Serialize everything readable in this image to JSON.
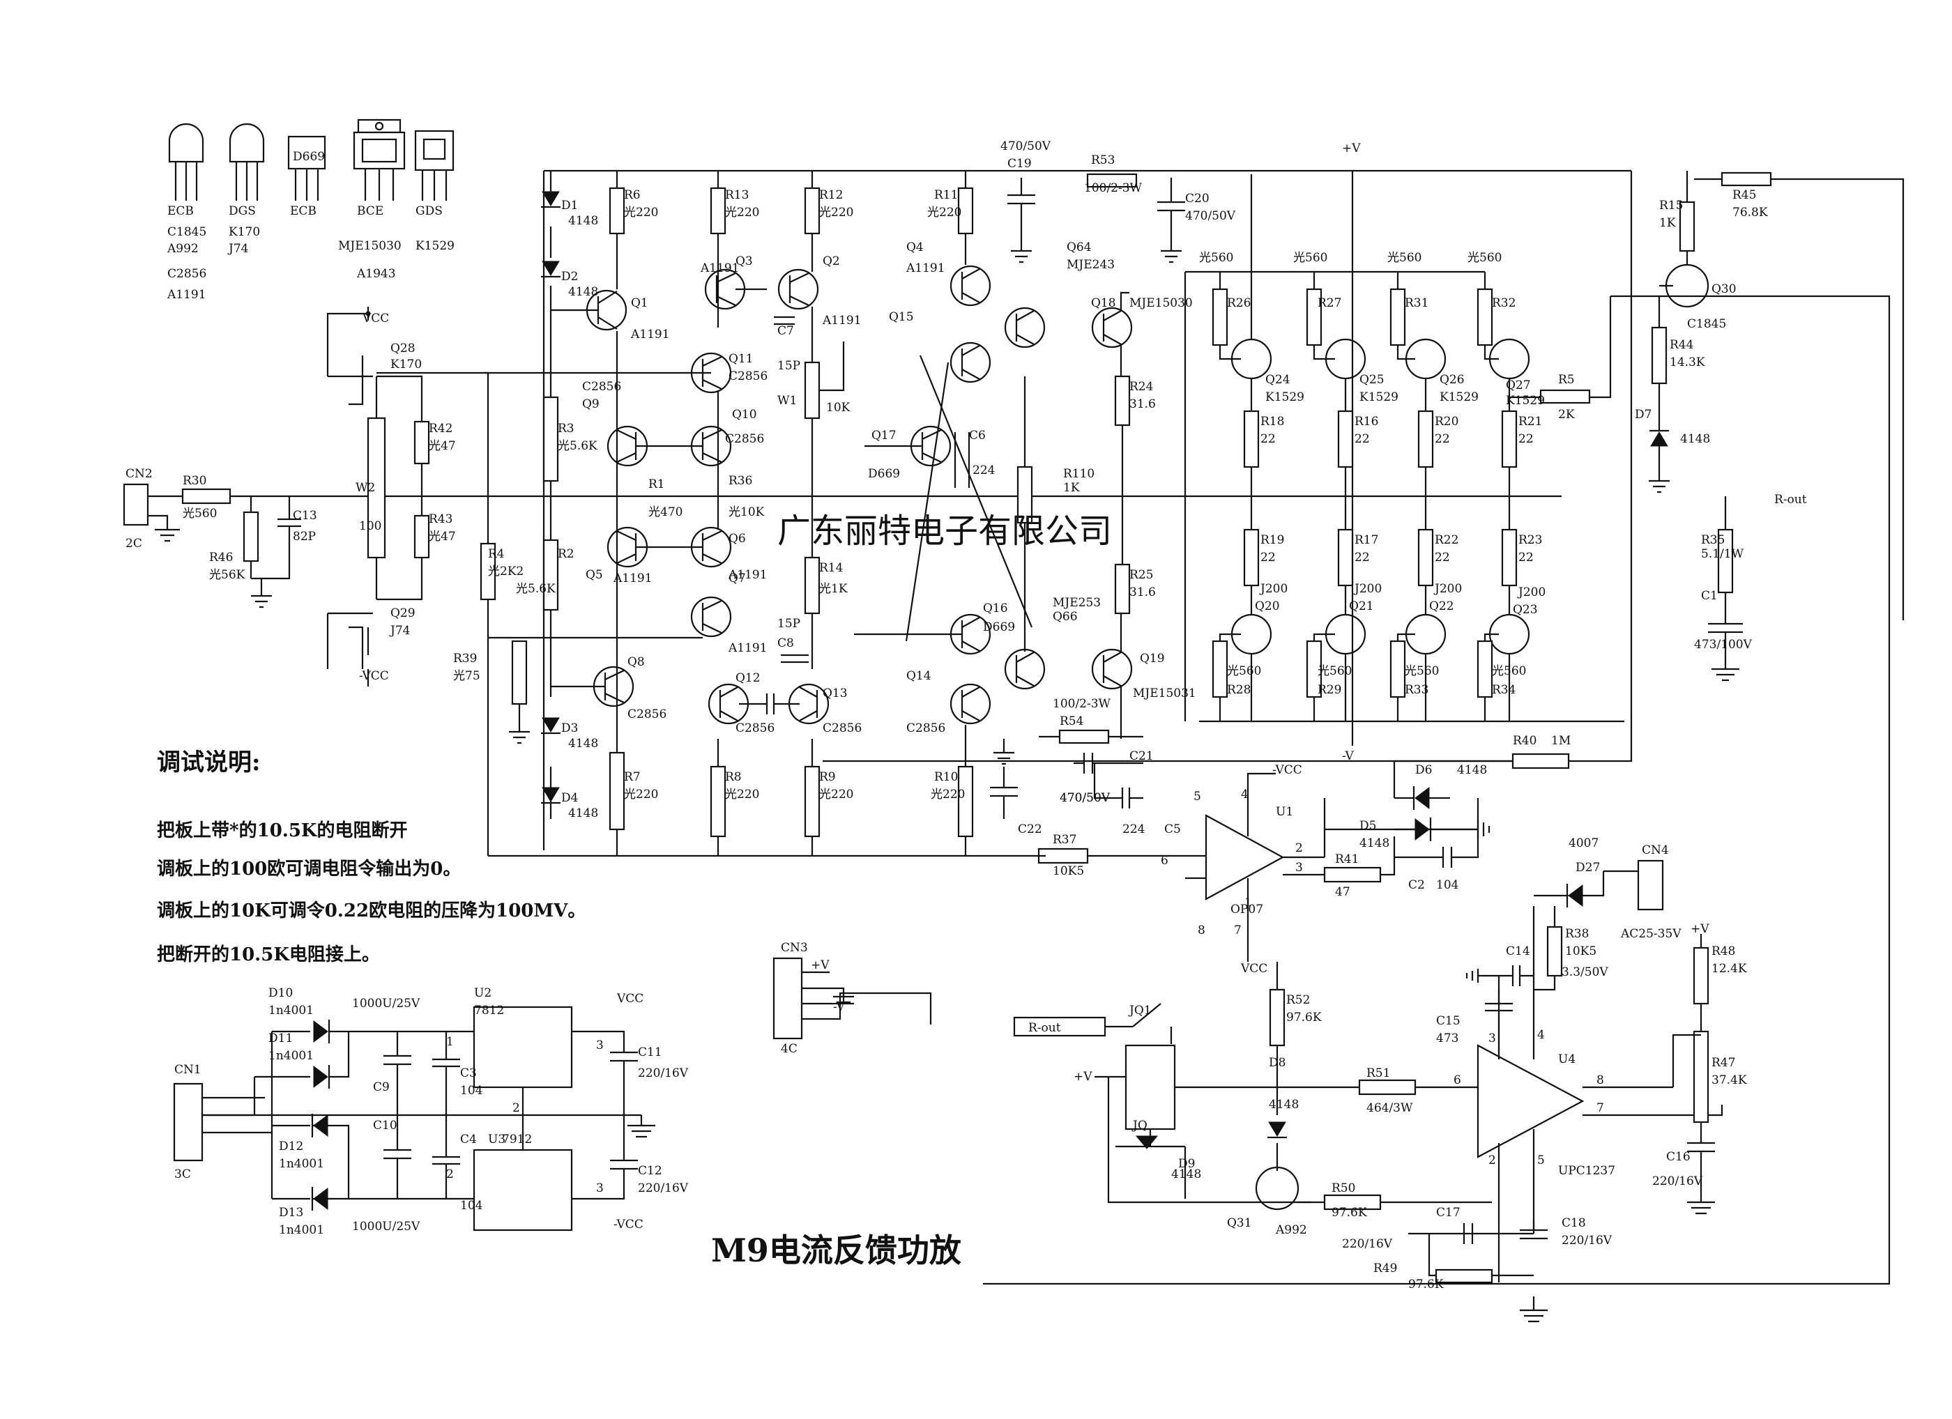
{
  "diagram": {
    "title": "M9电流反馈功放",
    "company": "广东丽特电子有限公司",
    "instructions": {
      "heading": "调试说明:",
      "lines": [
        "把板上带*的10.5K的电阻断开",
        "调板上的100欧可调电阻令输出为0。",
        "调板上的10K可调令0.22欧电阻的压降为100MV。",
        "把断开的10.5K电阻接上。"
      ]
    },
    "pinout_legend": [
      {
        "pins": "ECB",
        "parts": [
          "C1845",
          "A992",
          "C2856",
          "A1191"
        ]
      },
      {
        "pins": "DGS",
        "parts": [
          "K170",
          "J74"
        ]
      },
      {
        "pins": "ECB",
        "parts": [
          "D669"
        ]
      },
      {
        "pins": "BCE",
        "parts": [
          "MJE15030",
          "A1943"
        ]
      },
      {
        "pins": "GDS",
        "parts": [
          "K1529"
        ]
      }
    ],
    "components": [
      {
        "ref": "D1",
        "value": "4148"
      },
      {
        "ref": "D2",
        "value": "4148"
      },
      {
        "ref": "D3",
        "value": "4148"
      },
      {
        "ref": "D4",
        "value": "4148"
      },
      {
        "ref": "R6",
        "value": "光220"
      },
      {
        "ref": "R13",
        "value": "光220"
      },
      {
        "ref": "R12",
        "value": "光220"
      },
      {
        "ref": "R11",
        "value": "光220"
      },
      {
        "ref": "C19",
        "value": "470/50V"
      },
      {
        "ref": "R53",
        "value": "100/2-3W"
      },
      {
        "ref": "C20",
        "value": "470/50V"
      },
      {
        "ref": "Q1",
        "value": "A1191"
      },
      {
        "ref": "Q2",
        "value": "A1191"
      },
      {
        "ref": "Q3",
        "value": "A1191"
      },
      {
        "ref": "Q4",
        "value": "A1191"
      },
      {
        "ref": "Q15",
        "value": ""
      },
      {
        "ref": "Q64",
        "value": "MJE243"
      },
      {
        "ref": "Q18",
        "value": "MJE15030"
      },
      {
        "ref": "Q28",
        "value": "K170"
      },
      {
        "ref": "Q29",
        "value": "J74"
      },
      {
        "ref": "R42",
        "value": "光47"
      },
      {
        "ref": "R43",
        "value": "光47"
      },
      {
        "ref": "W2",
        "value": "100"
      },
      {
        "ref": "W1",
        "value": "10K"
      },
      {
        "ref": "CN2",
        "value": "2C"
      },
      {
        "ref": "R30",
        "value": "光560"
      },
      {
        "ref": "C13",
        "value": "82P"
      },
      {
        "ref": "R46",
        "value": "光56K"
      },
      {
        "ref": "Q9",
        "value": "C2856"
      },
      {
        "ref": "Q10",
        "value": "C2856"
      },
      {
        "ref": "Q11",
        "value": "C2856"
      },
      {
        "ref": "R3",
        "value": "光5.6K"
      },
      {
        "ref": "R1",
        "value": "光470"
      },
      {
        "ref": "R36",
        "value": "光10K"
      },
      {
        "ref": "Q17",
        "value": "D669"
      },
      {
        "ref": "C6",
        "value": "224"
      },
      {
        "ref": "C7",
        "value": "15P"
      },
      {
        "ref": "R110",
        "value": "1K"
      },
      {
        "ref": "R24",
        "value": "31.6"
      },
      {
        "ref": "R25",
        "value": "31.6"
      },
      {
        "ref": "Q5",
        "value": "A1191"
      },
      {
        "ref": "Q6",
        "value": "A1191"
      },
      {
        "ref": "Q7",
        "value": "A1191"
      },
      {
        "ref": "R4",
        "value": "光2K2"
      },
      {
        "ref": "R2",
        "value": "光5.6K"
      },
      {
        "ref": "R14",
        "value": "光1K"
      },
      {
        "ref": "C8",
        "value": "15P"
      },
      {
        "ref": "Q16",
        "value": "D669"
      },
      {
        "ref": "Q66",
        "value": "MJE253"
      },
      {
        "ref": "Q19",
        "value": "MJE15031"
      },
      {
        "ref": "R39",
        "value": "光75"
      },
      {
        "ref": "Q8",
        "value": "C2856"
      },
      {
        "ref": "Q12",
        "value": "C2856"
      },
      {
        "ref": "Q13",
        "value": "C2856"
      },
      {
        "ref": "Q14",
        "value": "C2856"
      },
      {
        "ref": "R7",
        "value": "光220"
      },
      {
        "ref": "R8",
        "value": "光220"
      },
      {
        "ref": "R9",
        "value": "光220"
      },
      {
        "ref": "R10",
        "value": "光220"
      },
      {
        "ref": "C22",
        "value": "470/50V"
      },
      {
        "ref": "R54",
        "value": "100/2-3W"
      },
      {
        "ref": "C21",
        "value": "470/50V"
      },
      {
        "ref": "R37",
        "value": "10K5"
      },
      {
        "ref": "C5",
        "value": "224"
      },
      {
        "ref": "U1",
        "value": "OP07"
      },
      {
        "ref": "R41",
        "value": "47"
      },
      {
        "ref": "C2",
        "value": "104"
      },
      {
        "ref": "D5",
        "value": "4148"
      },
      {
        "ref": "D6",
        "value": "4148"
      },
      {
        "ref": "R40",
        "value": "1M"
      },
      {
        "ref": "R26",
        "value": "光560"
      },
      {
        "ref": "R27",
        "value": "光560"
      },
      {
        "ref": "R31",
        "value": "光560"
      },
      {
        "ref": "R32",
        "value": "光560"
      },
      {
        "ref": "Q24",
        "value": "K1529"
      },
      {
        "ref": "Q25",
        "value": "K1529"
      },
      {
        "ref": "Q26",
        "value": "K1529"
      },
      {
        "ref": "Q27",
        "value": "K1529"
      },
      {
        "ref": "R18",
        "value": "22"
      },
      {
        "ref": "R16",
        "value": "22"
      },
      {
        "ref": "R20",
        "value": "22"
      },
      {
        "ref": "R21",
        "value": "22"
      },
      {
        "ref": "R19",
        "value": "22"
      },
      {
        "ref": "R17",
        "value": "22"
      },
      {
        "ref": "R22",
        "value": "22"
      },
      {
        "ref": "R23",
        "value": "22"
      },
      {
        "ref": "Q20",
        "value": "J200"
      },
      {
        "ref": "Q21",
        "value": "J200"
      },
      {
        "ref": "Q22",
        "value": "J200"
      },
      {
        "ref": "Q23",
        "value": "J200"
      },
      {
        "ref": "R28",
        "value": "光560"
      },
      {
        "ref": "R29",
        "value": "光560"
      },
      {
        "ref": "R33",
        "value": "光560"
      },
      {
        "ref": "R34",
        "value": "光560"
      },
      {
        "ref": "R5",
        "value": "2K"
      },
      {
        "ref": "R15",
        "value": "1K"
      },
      {
        "ref": "R45",
        "value": "76.8K"
      },
      {
        "ref": "Q30",
        "value": "C1845"
      },
      {
        "ref": "R44",
        "value": "14.3K"
      },
      {
        "ref": "D7",
        "value": "4148"
      },
      {
        "ref": "R35",
        "value": "5.1/1W"
      },
      {
        "ref": "C1",
        "value": "473/100V"
      },
      {
        "ref": "U2",
        "value": "7812"
      },
      {
        "ref": "U3",
        "value": "7912"
      },
      {
        "ref": "C9",
        "value": "1000U/25V"
      },
      {
        "ref": "C10",
        "value": "1000U/25V"
      },
      {
        "ref": "C3",
        "value": "104"
      },
      {
        "ref": "C4",
        "value": "104"
      },
      {
        "ref": "C11",
        "value": "220/16V"
      },
      {
        "ref": "C12",
        "value": "220/16V"
      },
      {
        "ref": "D10",
        "value": "1n4001"
      },
      {
        "ref": "D11",
        "value": "1n4001"
      },
      {
        "ref": "D12",
        "value": "1n4001"
      },
      {
        "ref": "D13",
        "value": "1n4001"
      },
      {
        "ref": "CN1",
        "value": "3C"
      },
      {
        "ref": "CN3",
        "value": "4C"
      },
      {
        "ref": "CN4",
        "value": "AC25-35V"
      },
      {
        "ref": "D27",
        "value": "4007"
      },
      {
        "ref": "R38",
        "value": "10K5"
      },
      {
        "ref": "C14",
        "value": "3.3/50V"
      },
      {
        "ref": "C15",
        "value": "473"
      },
      {
        "ref": "U4",
        "value": "UPC1237"
      },
      {
        "ref": "R48",
        "value": "12.4K"
      },
      {
        "ref": "R47",
        "value": "37.4K"
      },
      {
        "ref": "C16",
        "value": "220/16V"
      },
      {
        "ref": "R52",
        "value": "97.6K"
      },
      {
        "ref": "D8",
        "value": "4148"
      },
      {
        "ref": "R51",
        "value": "464/3W"
      },
      {
        "ref": "JQ1",
        "value": ""
      },
      {
        "ref": "JQ",
        "value": ""
      },
      {
        "ref": "D9",
        "value": "4148"
      },
      {
        "ref": "Q31",
        "value": "A992"
      },
      {
        "ref": "R50",
        "value": "97.6K"
      },
      {
        "ref": "C17",
        "value": "220/16V"
      },
      {
        "ref": "C18",
        "value": "220/16V"
      },
      {
        "ref": "R49",
        "value": "97.6K"
      }
    ],
    "nets": {
      "vcc": "VCC",
      "neg_vcc": "-VCC",
      "pos_v": "+V",
      "neg_v": "-V",
      "r_out": "R-out"
    },
    "pin_numbers": [
      "1",
      "2",
      "3",
      "4",
      "5",
      "6",
      "7",
      "8"
    ]
  }
}
